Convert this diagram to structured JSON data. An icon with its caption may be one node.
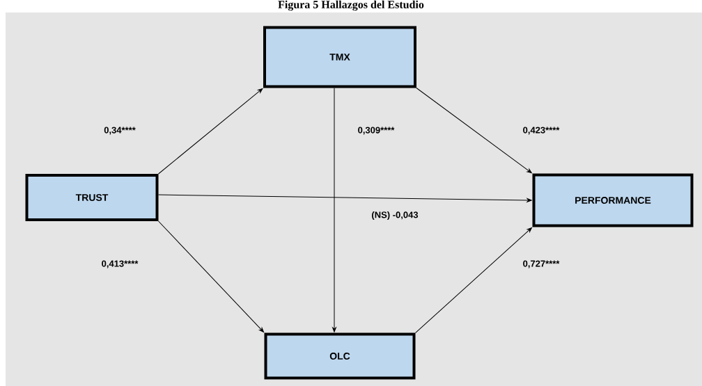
{
  "diagram": {
    "title": "Figura 5 Hallazgos del Estudio",
    "nodes": [
      {
        "text": [
          "TMX"
        ]
      },
      {
        "text": [
          "TRUST"
        ]
      },
      {
        "text": [
          "PERFORMANCE"
        ]
      },
      {
        "text": [
          "OLC"
        ]
      }
    ],
    "edges": [
      {
        "from": 1,
        "to": 0,
        "arrow": "to",
        "label": "0,34****"
      },
      {
        "from": 1,
        "to": 3,
        "arrow": "to",
        "label": "0,413****"
      },
      {
        "from": 1,
        "to": 2,
        "arrow": "to",
        "label": "(NS) -0,043"
      },
      {
        "from": 0,
        "to": 3,
        "arrow": "to",
        "label": "0,309****"
      },
      {
        "from": 0,
        "to": 2,
        "arrow": "to",
        "label": "0,423****"
      },
      {
        "from": 3,
        "to": 2,
        "arrow": "to",
        "label": "0,727****"
      }
    ]
  }
}
